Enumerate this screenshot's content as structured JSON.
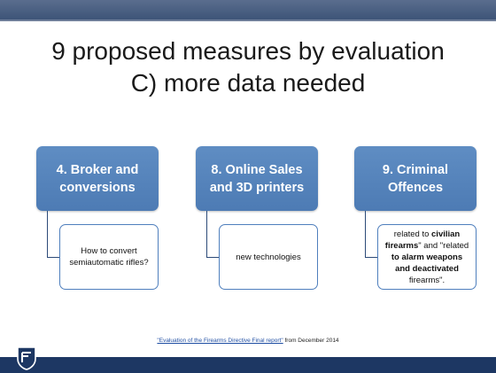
{
  "title": {
    "line1": "9 proposed measures by evaluation",
    "line2": "C) more data needed"
  },
  "measures": [
    {
      "head_line1": "4. Broker and",
      "head_line2": "conversions",
      "detail_line1": "How to convert",
      "detail_line2": "semiautomatic rifles?"
    },
    {
      "head_line1": "8. Online Sales",
      "head_line2": "and 3D printers",
      "detail": "new technologies"
    },
    {
      "head_line1": "9. Criminal",
      "head_line2": "Offences",
      "detail_part1": "related to ",
      "detail_bold1": "civilian firearms",
      "detail_part2": "\" and \"related ",
      "detail_bold2": "to alarm weapons and deactivated",
      "detail_part3": " firearms\"."
    }
  ],
  "source": {
    "link_text": "\"Evaluation of the Firearms Directive Final report\"",
    "suffix": " from December 2014"
  },
  "colors": {
    "box_fill": "#5a88c0",
    "box_border": "#4f7fbd",
    "bottom_bar": "#1d3763"
  }
}
